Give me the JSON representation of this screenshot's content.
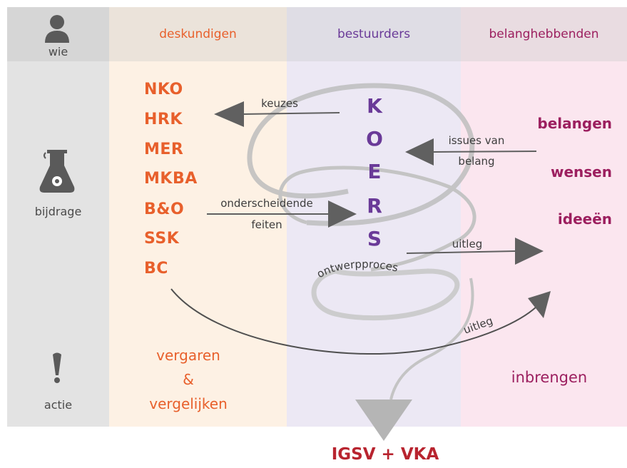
{
  "columns": {
    "deskundigen": "deskundigen",
    "bestuurders": "bestuurders",
    "belanghebbenden": "belanghebbenden"
  },
  "rows": {
    "wie": "wie",
    "bijdrage": "bijdrage",
    "actie": "actie"
  },
  "experts": [
    "NKO",
    "HRK",
    "MER",
    "MKBA",
    "B&O",
    "SSK",
    "BC"
  ],
  "koers": [
    "K",
    "O",
    "E",
    "R",
    "S"
  ],
  "stakeholders": [
    "belangen",
    "wensen",
    "ideeën"
  ],
  "arrows": {
    "keuzes": "keuzes",
    "issues_line1": "issues van",
    "issues_line2": "belang",
    "onderscheidende_line1": "onderscheidende",
    "onderscheidende_line2": "feiten",
    "uitleg_top": "uitleg",
    "uitleg_bottom": "uitleg",
    "ontwerpproces": "ontwerpproces"
  },
  "actions": {
    "vergaren": "vergaren",
    "ampersand": "&",
    "vergelijken": "vergelijken",
    "inbrengen": "inbrengen"
  },
  "result": "IGSV + VKA",
  "colors": {
    "row_label_bg": "#e3e3e3",
    "header_bg": "#efefef",
    "deskundigen_bg": "#fdf1e4",
    "bestuurders_bg": "#ece8f4",
    "belanghebbenden_bg": "#fbe6ef",
    "orange": "#e8602c",
    "purple": "#6a3a98",
    "magenta": "#9c1f5f",
    "result": "#b8242f",
    "arrow": "#606060"
  }
}
